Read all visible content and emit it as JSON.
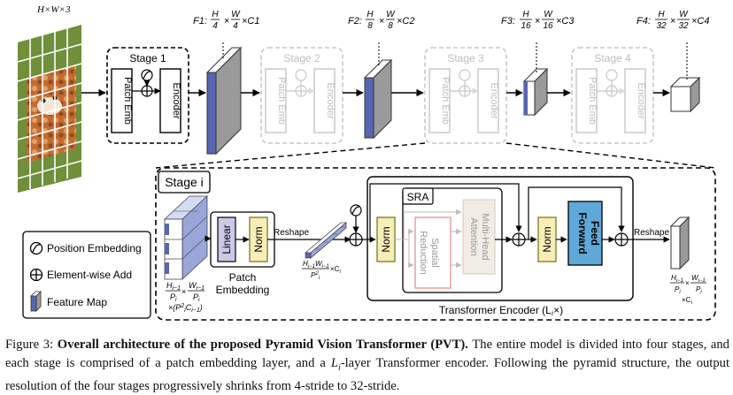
{
  "input": {
    "label": "H×W×3"
  },
  "feature_labels": [
    {
      "name": "F1:",
      "h_den": "4",
      "w_den": "4",
      "c": "×C1"
    },
    {
      "name": "F2:",
      "h_den": "8",
      "w_den": "8",
      "c": "×C2"
    },
    {
      "name": "F3:",
      "h_den": "16",
      "w_den": "16",
      "c": "×C3"
    },
    {
      "name": "F4:",
      "h_den": "32",
      "w_den": "32",
      "c": "×C4"
    }
  ],
  "fraction_num": {
    "h": "H",
    "w": "W"
  },
  "stages": [
    {
      "title": "Stage 1",
      "patch": "Patch Emb",
      "encoder": "Encoder"
    },
    {
      "title": "Stage 2",
      "patch": "Patch Emb",
      "encoder": "Encoder"
    },
    {
      "title": "Stage 3",
      "patch": "Patch Emb",
      "encoder": "Encoder"
    },
    {
      "title": "Stage 4",
      "patch": "Patch Emb",
      "encoder": "Encoder"
    }
  ],
  "legend": {
    "pos": "Position Embedding",
    "add": "Element-wise Add",
    "fmap": "Feature Map"
  },
  "detail": {
    "title": "Stage i",
    "linear": "Linear",
    "norm": "Norm",
    "patch_embedding": [
      "Patch",
      "Embedding"
    ],
    "reshape": "Reshape",
    "sra": "SRA",
    "spatial_reduction": [
      "Spatial",
      "Reduction"
    ],
    "mha": [
      "Multi-Head",
      "Attention"
    ],
    "feed_forward": [
      "Feed",
      "Forward"
    ],
    "encoder_label": "Transformer Encoder (L",
    "encoder_label_sub": "i",
    "encoder_label_end": "×)"
  },
  "colors": {
    "linear": "#c9c9e6",
    "norm": "#f7edb8",
    "norm_border": "#7a8a2a",
    "feed_forward": "#5fa8d8",
    "spatial_border": "#e29a9a",
    "cube_face": "#5865b3",
    "gray_stage": "#c8c8c8"
  },
  "caption": {
    "prefix": "Figure 3: ",
    "bold": "Overall architecture of the proposed Pyramid Vision Transformer (PVT).",
    "text1": " The entire model is divided into four stages, and each stage is comprised of a patch embedding layer, and a ",
    "math": "Li",
    "text2": "-layer Transformer encoder. Following the pyramid structure, the output resolution of the four stages progressively shrinks from 4-stride to 32-stride."
  }
}
